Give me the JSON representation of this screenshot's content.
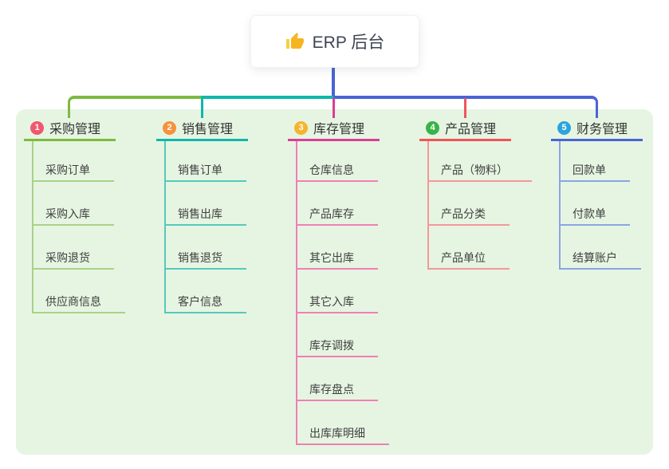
{
  "root": {
    "title": "ERP 后台",
    "icon": "thumbs-up-icon",
    "icon_colors": {
      "hand": "#f6b420",
      "cuff": "#f9ce3f"
    }
  },
  "panel_color": "#e6f5e2",
  "connector_colors": {
    "root_line": "#4a64d4",
    "bus_green": "#7dba3f",
    "bus_teal": "#0fb7ac",
    "bus_blue": "#4a64d4",
    "drop_magenta": "#dd3d96",
    "drop_red": "#f2535a"
  },
  "branches": [
    {
      "num": "1",
      "label": "采购管理",
      "badge_color": "#f2566f",
      "line_color": "#7dba3f",
      "child_line_color": "#a8d287",
      "children": [
        "采购订单",
        "采购入库",
        "采购退货",
        "供应商信息"
      ]
    },
    {
      "num": "2",
      "label": "销售管理",
      "badge_color": "#f7913b",
      "line_color": "#0fb7ac",
      "child_line_color": "#55c9bd",
      "children": [
        "销售订单",
        "销售出库",
        "销售退货",
        "客户信息"
      ]
    },
    {
      "num": "3",
      "label": "库存管理",
      "badge_color": "#f6b42c",
      "line_color": "#dd3d96",
      "child_line_color": "#ef7fb4",
      "children": [
        "仓库信息",
        "产品库存",
        "其它出库",
        "其它入库",
        "库存调拨",
        "库存盘点",
        "出库库明细"
      ]
    },
    {
      "num": "4",
      "label": "产品管理",
      "badge_color": "#38b34a",
      "line_color": "#f2535a",
      "child_line_color": "#f4979a",
      "children": [
        "产品（物料）",
        "产品分类",
        "产品单位"
      ]
    },
    {
      "num": "5",
      "label": "财务管理",
      "badge_color": "#2ba4dd",
      "line_color": "#4a64d4",
      "child_line_color": "#8ca4e2",
      "children": [
        "回款单",
        "付款单",
        "结算账户"
      ]
    }
  ]
}
